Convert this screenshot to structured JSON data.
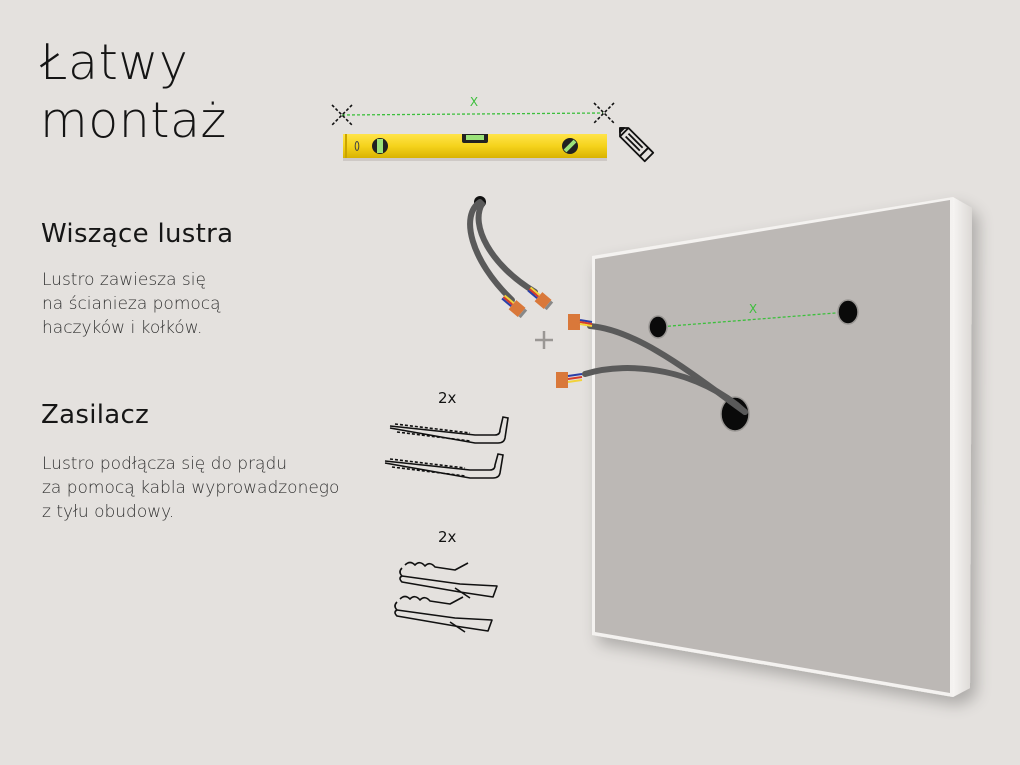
{
  "title": {
    "line1": "Łatwy",
    "line2": "montaż"
  },
  "sections": [
    {
      "heading": "Wiszące lustra",
      "lines": [
        "Lustro zawiesza się",
        "na ścianieza pomocą",
        "haczyków i kołków."
      ]
    },
    {
      "heading": "Zasilacz",
      "lines": [
        "Lustro podłącza się do prądu",
        "za pomocą kabla wyprowadzonego",
        "z tyłu obudowy."
      ]
    }
  ],
  "illustration": {
    "level_distance_label": "X",
    "mirror_distance_label": "X",
    "hooks_quantity": "2x",
    "anchors_quantity": "2x",
    "icons": [
      "spirit-level-icon",
      "pencil-icon",
      "cross-mark-icon",
      "hook-screw-icon",
      "wall-plug-icon",
      "cable-connector-icon",
      "mirror-icon"
    ]
  },
  "colors": {
    "background": "#e4e1de",
    "mirror_face": "#bcb8b5",
    "mirror_frame": "#f4f2f0",
    "level_yellow": "#f5d31c",
    "measure_green": "#3cbf3c",
    "cable_gray": "#5a5a5a",
    "connector_orange": "#d9783a"
  }
}
